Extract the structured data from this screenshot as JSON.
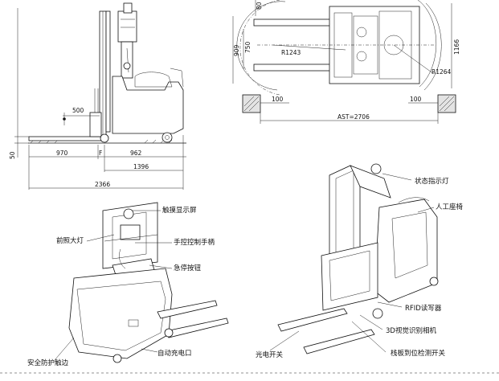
{
  "side_view": {
    "dim_500": "500",
    "dim_50": "50",
    "dim_970": "970",
    "dim_F": "F",
    "dim_962": "962",
    "dim_1396": "1396",
    "dim_2366": "2366"
  },
  "top_view": {
    "dim_80": "80",
    "dim_909": "909",
    "dim_750": "750",
    "dim_1166": "1166",
    "radius_left": "R1243",
    "radius_right": "R1264",
    "dim_100_left": "100",
    "dim_100_right": "100",
    "ast": "AST=2706"
  },
  "front_view": {
    "touch_screen": "触摸显示屏",
    "front_light": "前照大灯",
    "hand_control": "手控控制手柄",
    "emergency_stop": "急停按钮",
    "safety_edge": "安全防护触边",
    "auto_charge": "自动充电口"
  },
  "rear_view": {
    "status_light": "状态指示灯",
    "manual_seat": "人工座椅",
    "rfid_reader": "RFID读写器",
    "vision_camera": "3D视觉识别相机",
    "pallet_switch": "栈板到位检测开关",
    "photo_switch": "光电开关"
  }
}
